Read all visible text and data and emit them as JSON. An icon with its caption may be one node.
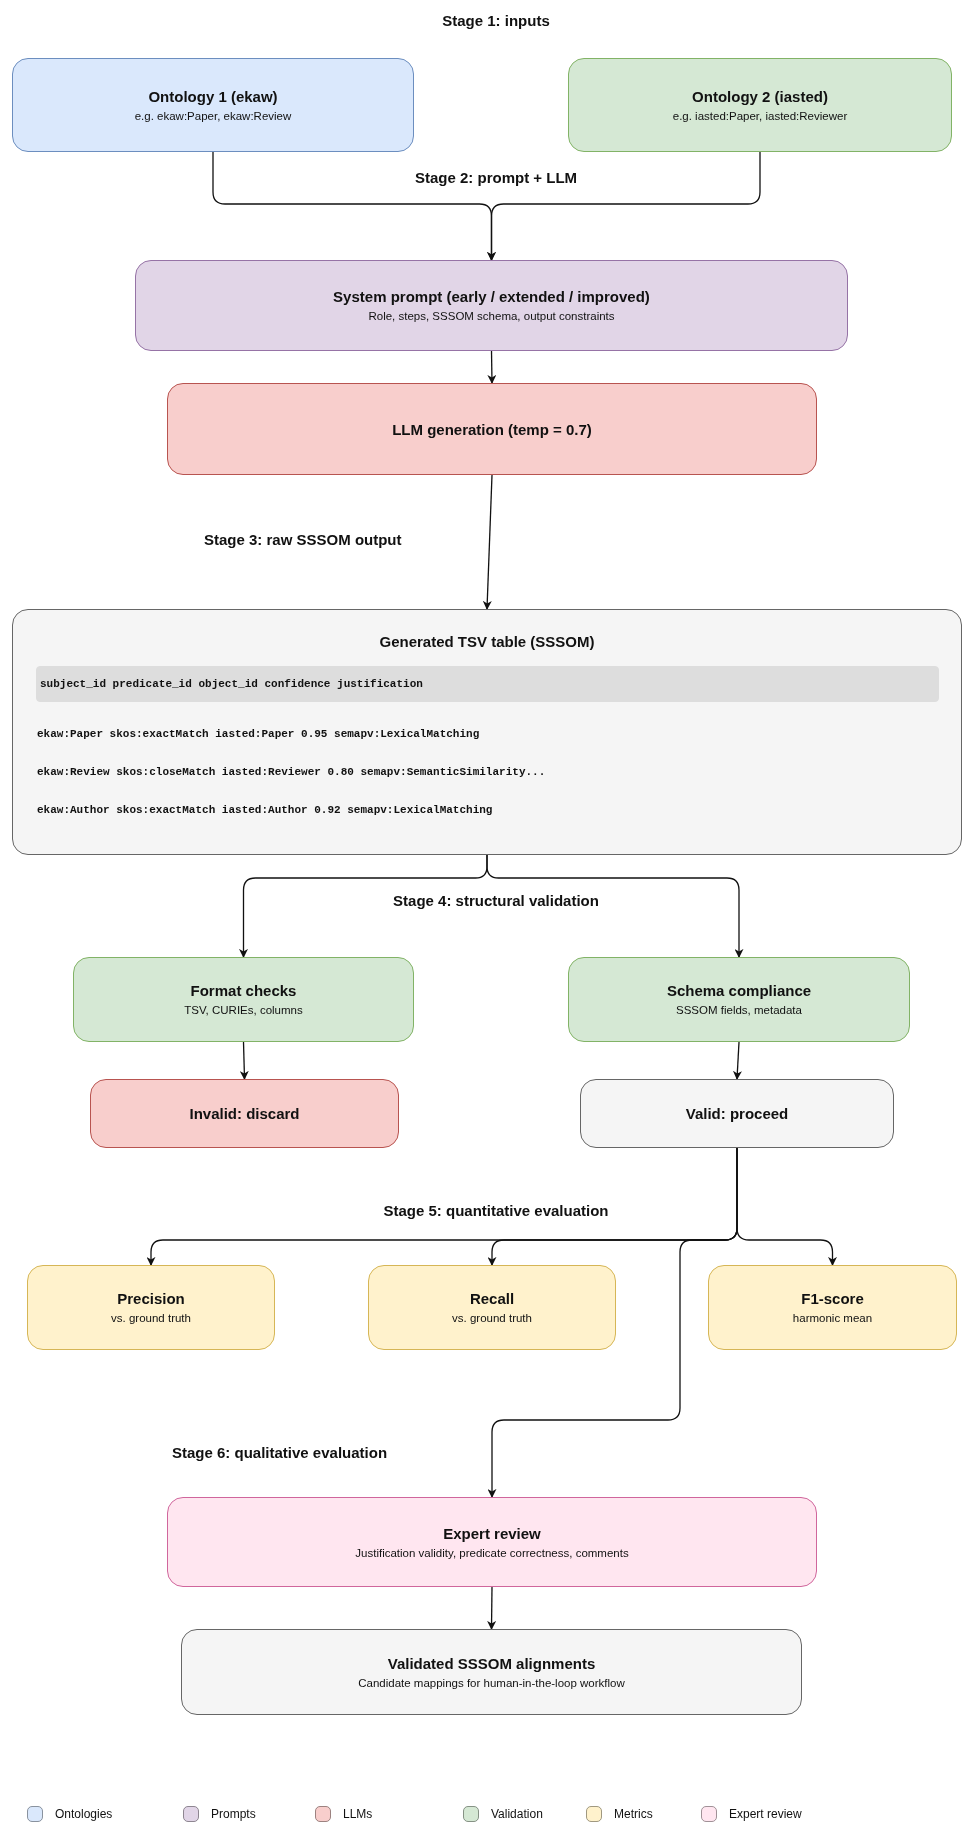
{
  "diagram": {
    "nodes": [
      {
        "text": [
          "Ontology 1 (ekaw)",
          "e.g. ekaw:Paper, ekaw:Review"
        ]
      },
      {
        "text": [
          "Ontology 2 (iasted)",
          "e.g. iasted:Paper, iasted:Reviewer"
        ]
      },
      {
        "text": [
          "System prompt (early / extended / improved)",
          "Role, steps, SSSOM schema, output constraints"
        ]
      },
      {
        "text": [
          "LLM generation (temp = 0.7)"
        ]
      },
      {
        "text": [
          "Generated TSV table (SSSOM)",
          "ekaw:Paper skos:exactMatch iasted:Paper 0.95 semapv:LexicalMatching",
          "ekaw:Review skos:closeMatch iasted:Reviewer 0.80 semapv:SemanticSimilarity...",
          "ekaw:Author skos:exactMatch iasted:Author 0.92 semapv:LexicalMatching"
        ]
      },
      {
        "text": [
          "subject_id predicate_id object_id confidence justification"
        ],
        "in": 4
      },
      {
        "text": [
          "Format checks",
          "TSV, CURIEs, columns"
        ]
      },
      {
        "text": [
          "Schema compliance",
          "SSSOM fields, metadata"
        ]
      },
      {
        "text": [
          "Invalid: discard"
        ]
      },
      {
        "text": [
          "Valid: proceed"
        ]
      },
      {
        "text": [
          "Precision",
          "vs. ground truth"
        ]
      },
      {
        "text": [
          "Recall",
          "vs. ground truth"
        ]
      },
      {
        "text": [
          "F1-score",
          "harmonic mean"
        ]
      },
      {
        "text": [
          "Expert review",
          "Justification validity, predicate correctness, comments"
        ]
      },
      {
        "text": [
          "Validated SSSOM alignments",
          "Candidate mappings for human-in-the-loop workflow"
        ]
      }
    ],
    "edges": [
      {
        "from": 0,
        "to": 2,
        "arrow": "to"
      },
      {
        "from": 1,
        "to": 2,
        "arrow": "to"
      },
      {
        "from": 2,
        "to": 3,
        "arrow": "to"
      },
      {
        "from": 3,
        "to": 4,
        "arrow": "to"
      },
      {
        "from": 4,
        "to": 6,
        "arrow": "to"
      },
      {
        "from": 4,
        "to": 7,
        "arrow": "to"
      },
      {
        "from": 6,
        "to": 8,
        "arrow": "to"
      },
      {
        "from": 7,
        "to": 9,
        "arrow": "to"
      },
      {
        "from": 9,
        "to": 10,
        "arrow": "to"
      },
      {
        "from": 9,
        "to": 11,
        "arrow": "to"
      },
      {
        "from": 9,
        "to": 12,
        "arrow": "to"
      },
      {
        "from": 9,
        "to": 13,
        "arrow": "to"
      },
      {
        "from": 13,
        "to": 14,
        "arrow": "to"
      }
    ],
    "labels": [
      "Stage 1: inputs",
      "Stage 2: prompt + LLM",
      "Stage 3: raw SSSOM output",
      "Stage 4: structural validation",
      "Stage 5: quantitative evaluation",
      "Stage 6: qualitative evaluation"
    ],
    "legend": [
      {
        "text": "Ontologies",
        "color": "#dae8fc"
      },
      {
        "text": "Prompts",
        "color": "#e1d5e7"
      },
      {
        "text": "LLMs",
        "color": "#f8cecc"
      },
      {
        "text": "Validation",
        "color": "#d5e8d4"
      },
      {
        "text": "Metrics",
        "color": "#fff2cc"
      },
      {
        "text": "Expert review",
        "color": "#ffe6f0"
      }
    ]
  }
}
